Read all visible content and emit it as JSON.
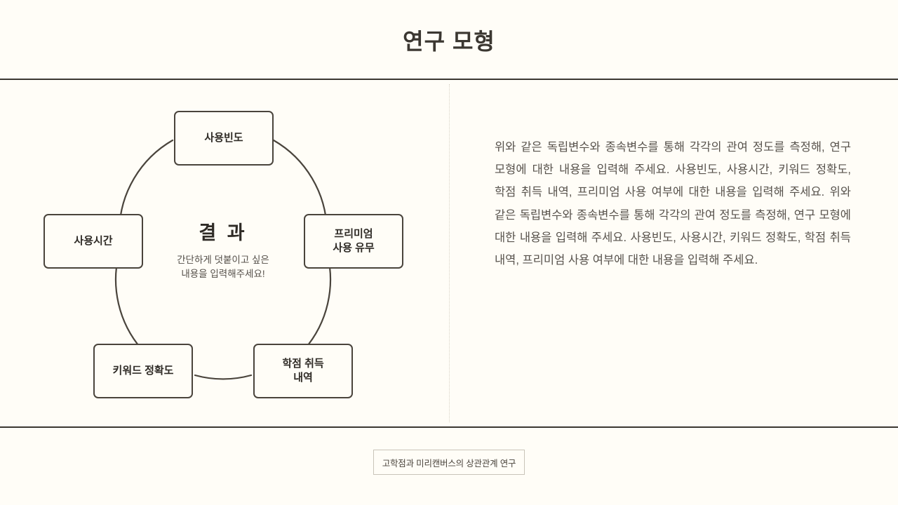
{
  "slide": {
    "title": "연구 모형",
    "background_color": "#fffdf7",
    "accent_color": "#4a443c"
  },
  "diagram": {
    "center": {
      "title": "결 과",
      "subtitle": "간단하게 덧붙이고 싶은\n내용을 입력해주세요!"
    },
    "nodes": [
      {
        "id": "top",
        "label": "사용빈도"
      },
      {
        "id": "right",
        "label": "프리미엄\n사용 유무"
      },
      {
        "id": "bottom-right",
        "label": "학점 취득\n내역"
      },
      {
        "id": "bottom-left",
        "label": "키워드 정확도"
      },
      {
        "id": "left",
        "label": "사용시간"
      }
    ]
  },
  "description": {
    "text": "위와 같은 독립변수와 종속변수를 통해 각각의 관여 정도를 측정해, 연구 모형에 대한 내용을 입력해 주세요. 사용빈도, 사용시간, 키워드 정확도, 학점 취득 내역, 프리미엄 사용 여부에 대한 내용을 입력해 주세요. 위와 같은 독립변수와 종속변수를 통해 각각의 관여 정도를 측정해, 연구 모형에 대한 내용을 입력해 주세요. 사용빈도, 사용시간, 키워드 정확도, 학점 취득 내역, 프리미엄 사용 여부에 대한 내용을 입력해 주세요."
  },
  "footer": {
    "badge_label": "고학점과 미리캔버스의 상관관계 연구"
  }
}
